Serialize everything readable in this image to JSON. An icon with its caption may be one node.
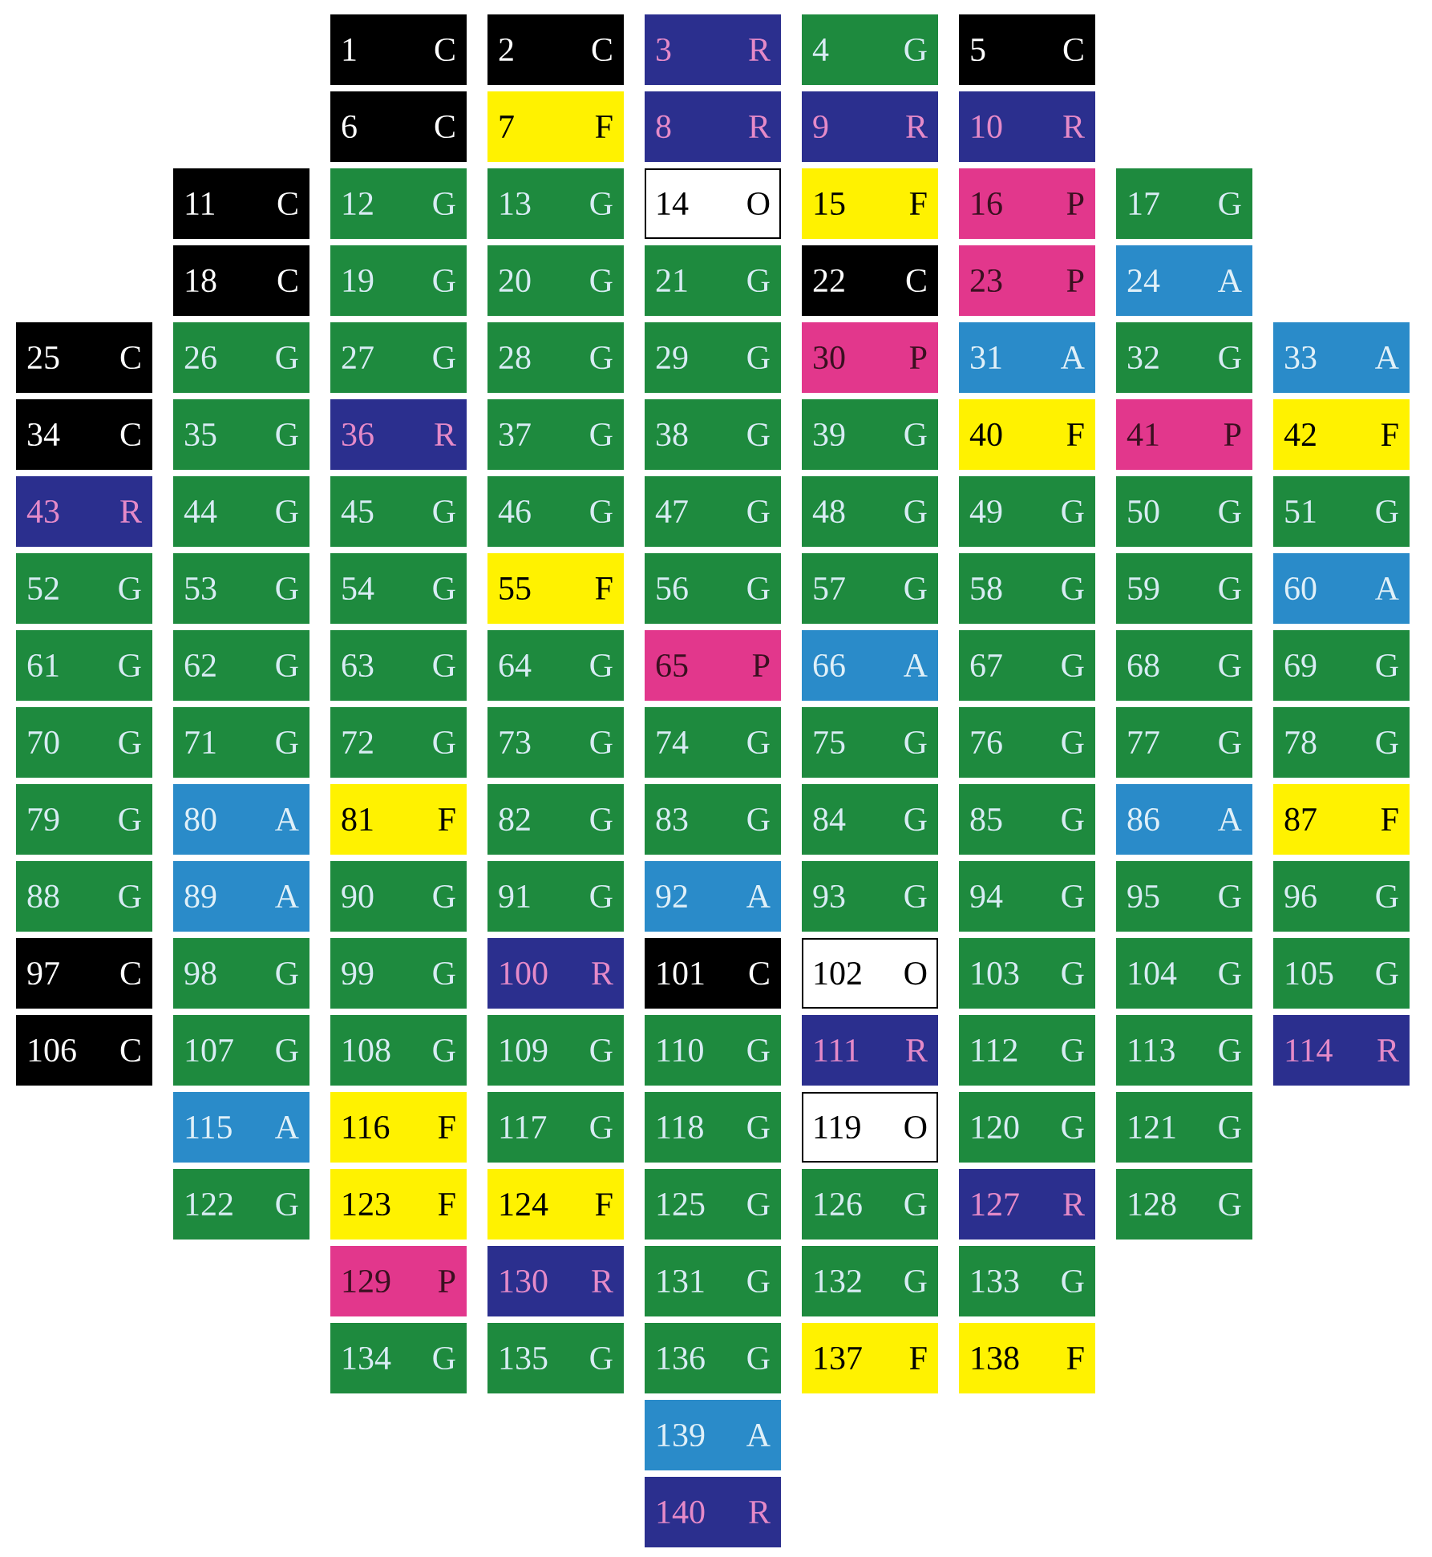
{
  "diagram": {
    "nodes": [
      {
        "text": [
          "1",
          "C"
        ]
      },
      {
        "text": [
          "2",
          "C"
        ]
      },
      {
        "text": [
          "3",
          "R"
        ]
      },
      {
        "text": [
          "4",
          "G"
        ]
      },
      {
        "text": [
          "5",
          "C"
        ]
      },
      {
        "text": [
          "6",
          "C"
        ]
      },
      {
        "text": [
          "7",
          "F"
        ]
      },
      {
        "text": [
          "8",
          "R"
        ]
      },
      {
        "text": [
          "9",
          "R"
        ]
      },
      {
        "text": [
          "10",
          "R"
        ]
      },
      {
        "text": [
          "11",
          "C"
        ]
      },
      {
        "text": [
          "12",
          "G"
        ]
      },
      {
        "text": [
          "13",
          "G"
        ]
      },
      {
        "text": [
          "14",
          "O"
        ]
      },
      {
        "text": [
          "15",
          "F"
        ]
      },
      {
        "text": [
          "16",
          "P"
        ]
      },
      {
        "text": [
          "17",
          "G"
        ]
      },
      {
        "text": [
          "18",
          "C"
        ]
      },
      {
        "text": [
          "19",
          "G"
        ]
      },
      {
        "text": [
          "20",
          "G"
        ]
      },
      {
        "text": [
          "21",
          "G"
        ]
      },
      {
        "text": [
          "22",
          "C"
        ]
      },
      {
        "text": [
          "23",
          "P"
        ]
      },
      {
        "text": [
          "24",
          "A"
        ]
      },
      {
        "text": [
          "25",
          "C"
        ]
      },
      {
        "text": [
          "26",
          "G"
        ]
      },
      {
        "text": [
          "27",
          "G"
        ]
      },
      {
        "text": [
          "28",
          "G"
        ]
      },
      {
        "text": [
          "29",
          "G"
        ]
      },
      {
        "text": [
          "30",
          "P"
        ]
      },
      {
        "text": [
          "31",
          "A"
        ]
      },
      {
        "text": [
          "32",
          "G"
        ]
      },
      {
        "text": [
          "33",
          "A"
        ]
      },
      {
        "text": [
          "34",
          "C"
        ]
      },
      {
        "text": [
          "35",
          "G"
        ]
      },
      {
        "text": [
          "36",
          "R"
        ]
      },
      {
        "text": [
          "37",
          "G"
        ]
      },
      {
        "text": [
          "38",
          "G"
        ]
      },
      {
        "text": [
          "39",
          "G"
        ]
      },
      {
        "text": [
          "40",
          "F"
        ]
      },
      {
        "text": [
          "41",
          "P"
        ]
      },
      {
        "text": [
          "42",
          "F"
        ]
      },
      {
        "text": [
          "43",
          "R"
        ]
      },
      {
        "text": [
          "44",
          "G"
        ]
      },
      {
        "text": [
          "45",
          "G"
        ]
      },
      {
        "text": [
          "46",
          "G"
        ]
      },
      {
        "text": [
          "47",
          "G"
        ]
      },
      {
        "text": [
          "48",
          "G"
        ]
      },
      {
        "text": [
          "49",
          "G"
        ]
      },
      {
        "text": [
          "50",
          "G"
        ]
      },
      {
        "text": [
          "51",
          "G"
        ]
      },
      {
        "text": [
          "52",
          "G"
        ]
      },
      {
        "text": [
          "53",
          "G"
        ]
      },
      {
        "text": [
          "54",
          "G"
        ]
      },
      {
        "text": [
          "55",
          "F"
        ]
      },
      {
        "text": [
          "56",
          "G"
        ]
      },
      {
        "text": [
          "57",
          "G"
        ]
      },
      {
        "text": [
          "58",
          "G"
        ]
      },
      {
        "text": [
          "59",
          "G"
        ]
      },
      {
        "text": [
          "60",
          "A"
        ]
      },
      {
        "text": [
          "61",
          "G"
        ]
      },
      {
        "text": [
          "62",
          "G"
        ]
      },
      {
        "text": [
          "63",
          "G"
        ]
      },
      {
        "text": [
          "64",
          "G"
        ]
      },
      {
        "text": [
          "65",
          "P"
        ]
      },
      {
        "text": [
          "66",
          "A"
        ]
      },
      {
        "text": [
          "67",
          "G"
        ]
      },
      {
        "text": [
          "68",
          "G"
        ]
      },
      {
        "text": [
          "69",
          "G"
        ]
      },
      {
        "text": [
          "70",
          "G"
        ]
      },
      {
        "text": [
          "71",
          "G"
        ]
      },
      {
        "text": [
          "72",
          "G"
        ]
      },
      {
        "text": [
          "73",
          "G"
        ]
      },
      {
        "text": [
          "74",
          "G"
        ]
      },
      {
        "text": [
          "75",
          "G"
        ]
      },
      {
        "text": [
          "76",
          "G"
        ]
      },
      {
        "text": [
          "77",
          "G"
        ]
      },
      {
        "text": [
          "78",
          "G"
        ]
      },
      {
        "text": [
          "79",
          "G"
        ]
      },
      {
        "text": [
          "80",
          "A"
        ]
      },
      {
        "text": [
          "81",
          "F"
        ]
      },
      {
        "text": [
          "82",
          "G"
        ]
      },
      {
        "text": [
          "83",
          "G"
        ]
      },
      {
        "text": [
          "84",
          "G"
        ]
      },
      {
        "text": [
          "85",
          "G"
        ]
      },
      {
        "text": [
          "86",
          "A"
        ]
      },
      {
        "text": [
          "87",
          "F"
        ]
      },
      {
        "text": [
          "88",
          "G"
        ]
      },
      {
        "text": [
          "89",
          "A"
        ]
      },
      {
        "text": [
          "90",
          "G"
        ]
      },
      {
        "text": [
          "91",
          "G"
        ]
      },
      {
        "text": [
          "92",
          "A"
        ]
      },
      {
        "text": [
          "93",
          "G"
        ]
      },
      {
        "text": [
          "94",
          "G"
        ]
      },
      {
        "text": [
          "95",
          "G"
        ]
      },
      {
        "text": [
          "96",
          "G"
        ]
      },
      {
        "text": [
          "97",
          "C"
        ]
      },
      {
        "text": [
          "98",
          "G"
        ]
      },
      {
        "text": [
          "99",
          "G"
        ]
      },
      {
        "text": [
          "100",
          "R"
        ]
      },
      {
        "text": [
          "101",
          "C"
        ]
      },
      {
        "text": [
          "102",
          "O"
        ]
      },
      {
        "text": [
          "103",
          "G"
        ]
      },
      {
        "text": [
          "104",
          "G"
        ]
      },
      {
        "text": [
          "105",
          "G"
        ]
      },
      {
        "text": [
          "106",
          "C"
        ]
      },
      {
        "text": [
          "107",
          "G"
        ]
      },
      {
        "text": [
          "108",
          "G"
        ]
      },
      {
        "text": [
          "109",
          "G"
        ]
      },
      {
        "text": [
          "110",
          "G"
        ]
      },
      {
        "text": [
          "111",
          "R"
        ]
      },
      {
        "text": [
          "112",
          "G"
        ]
      },
      {
        "text": [
          "113",
          "G"
        ]
      },
      {
        "text": [
          "114",
          "R"
        ]
      },
      {
        "text": [
          "115",
          "A"
        ]
      },
      {
        "text": [
          "116",
          "F"
        ]
      },
      {
        "text": [
          "117",
          "G"
        ]
      },
      {
        "text": [
          "118",
          "G"
        ]
      },
      {
        "text": [
          "119",
          "O"
        ]
      },
      {
        "text": [
          "120",
          "G"
        ]
      },
      {
        "text": [
          "121",
          "G"
        ]
      },
      {
        "text": [
          "122",
          "G"
        ]
      },
      {
        "text": [
          "123",
          "F"
        ]
      },
      {
        "text": [
          "124",
          "F"
        ]
      },
      {
        "text": [
          "125",
          "G"
        ]
      },
      {
        "text": [
          "126",
          "G"
        ]
      },
      {
        "text": [
          "127",
          "R"
        ]
      },
      {
        "text": [
          "128",
          "G"
        ]
      },
      {
        "text": [
          "129",
          "P"
        ]
      },
      {
        "text": [
          "130",
          "R"
        ]
      },
      {
        "text": [
          "131",
          "G"
        ]
      },
      {
        "text": [
          "132",
          "G"
        ]
      },
      {
        "text": [
          "133",
          "G"
        ]
      },
      {
        "text": [
          "134",
          "G"
        ]
      },
      {
        "text": [
          "135",
          "G"
        ]
      },
      {
        "text": [
          "136",
          "G"
        ]
      },
      {
        "text": [
          "137",
          "F"
        ]
      },
      {
        "text": [
          "138",
          "F"
        ]
      },
      {
        "text": [
          "139",
          "A"
        ]
      },
      {
        "text": [
          "140",
          "R"
        ]
      }
    ]
  }
}
